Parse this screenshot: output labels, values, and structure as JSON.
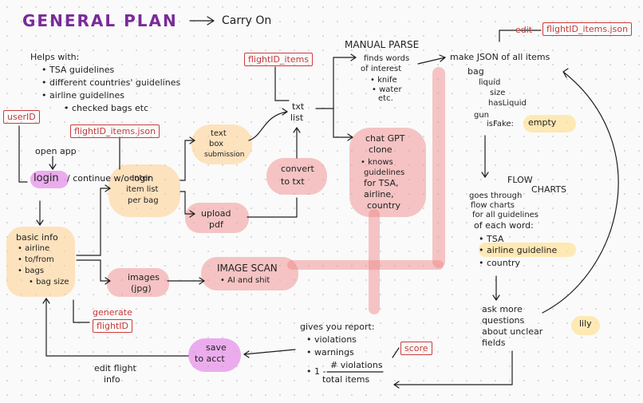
{
  "title": "GENERAL PLAN",
  "subtitle": "Carry On",
  "helps_with": {
    "heading": "Helps with:",
    "items": [
      "TSA guidelines",
      "different countries' guidelines",
      "airline guidelines"
    ],
    "sub_item": "checked bags etc"
  },
  "tags": {
    "user_id": "userID",
    "flight_items_json_left": "flightID_items.json",
    "flight_items_top": "flightID_items",
    "edit_flight_items_json": "edit",
    "edit_flight_items_json_box": "flightID_items.json",
    "generate": "generate",
    "generate_box": "flightID",
    "score": "score"
  },
  "nodes": {
    "open_app": "open app",
    "login": "login",
    "continue_wo_login": "/ continue w/o login",
    "basic_info": "basic info",
    "basic_info_items": [
      "airline",
      "to/from",
      "bags"
    ],
    "bag_size": "bag size",
    "enter_items_1": "enter",
    "enter_items_2": "item list",
    "enter_items_3": "per bag",
    "text_box_1": "text",
    "text_box_2": "box",
    "text_box_3": "submission",
    "upload_1": "upload",
    "upload_2": "pdf",
    "convert_1": "convert",
    "convert_2": "to txt",
    "txt_list_1": "txt",
    "txt_list_2": "list",
    "images_1": "images",
    "images_2": "(jpg)",
    "image_scan_1": "IMAGE SCAN",
    "image_scan_2": "• AI and shit",
    "manual_parse": "MANUAL PARSE",
    "finds_words_1": "finds words",
    "finds_words_2": "of interest",
    "knife": "• knife",
    "water_1": "• water",
    "water_2": "etc.",
    "chatgpt_1": "chat GPT",
    "chatgpt_2": "clone",
    "chatgpt_3": "• knows",
    "chatgpt_4": "guidelines",
    "chatgpt_5": "for TSA,",
    "chatgpt_6": "airline,",
    "chatgpt_7": "country",
    "make_json": "make JSON of all items",
    "bag": "bag",
    "liquid": "liquid",
    "size": "size",
    "has_liquid": "hasLiquid",
    "gun": "gun",
    "is_fake": "isFake:",
    "empty": "empty",
    "flow_charts_1": "FLOW",
    "flow_charts_2": "CHARTS",
    "goes_through_1": "goes through",
    "goes_through_2": "flow charts",
    "goes_through_3": "for all guidelines",
    "goes_through_4": "of each word:",
    "fc_items": [
      "TSA",
      "airline guideline",
      "country"
    ],
    "ask_more_1": "ask more",
    "ask_more_2": "questions",
    "ask_more_3": "about unclear",
    "ask_more_4": "fields",
    "lily": "lily",
    "report_title": "gives you report:",
    "report_items": [
      "violations",
      "warnings"
    ],
    "ratio_prefix": "1 -",
    "ratio_num": "# violations",
    "ratio_den": "total items",
    "save_1": "save",
    "save_2": "to acct",
    "edit_flight_1": "edit flight",
    "edit_flight_2": "info"
  },
  "colors": {
    "title": "#7a2a9a",
    "tag_red": "#cc3b3b",
    "highlight_orange": "#ffcd8c",
    "highlight_pink": "#f08c8c",
    "highlight_purple": "#e178e6",
    "highlight_yellow": "#ffe196"
  }
}
